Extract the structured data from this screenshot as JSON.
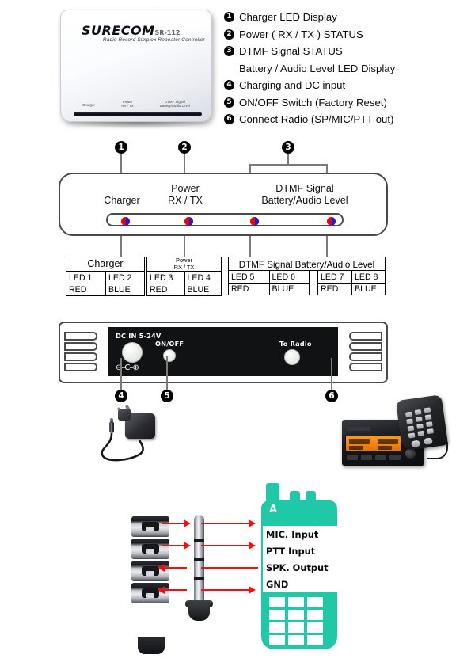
{
  "device": {
    "brand": "SURECOM",
    "model": "SR-112",
    "tagline": "Radio Record Simplex Repeater Controller",
    "panel_labels": [
      {
        "line1": "Charger",
        "line2": ""
      },
      {
        "line1": "Power",
        "line2": "RX / TX"
      },
      {
        "line1": "DTMF Signal",
        "line2": "Battery/Audio Level"
      }
    ]
  },
  "legend": {
    "items": [
      {
        "num": "1",
        "text": "Charger LED Display"
      },
      {
        "num": "2",
        "text": "Power ( RX / TX ) STATUS"
      },
      {
        "num": "3",
        "text": "DTMF Signal STATUS"
      },
      {
        "num": "4",
        "text": "Charging and DC input"
      },
      {
        "num": "5",
        "text": "ON/OFF Switch (Factory Reset)"
      },
      {
        "num": "6",
        "text": "Connect  Radio (SP/MIC/PTT out)"
      }
    ],
    "sub_line": "Battery / Audio Level LED Display"
  },
  "front_panel": {
    "callouts": [
      "1",
      "2",
      "3"
    ],
    "labels": [
      {
        "line1": "Charger",
        "line2": ""
      },
      {
        "line1": "Power",
        "line2": "RX / TX"
      },
      {
        "line1": "DTMF Signal",
        "line2": "Battery/Audio Level"
      }
    ],
    "led_colors": {
      "red": "#ee0000",
      "blue": "#1a1ae0"
    },
    "led_count": 4
  },
  "led_tables": [
    {
      "header": {
        "line1": "Charger",
        "line2": ""
      },
      "small_header": false,
      "leds": [
        "LED 1",
        "LED 2"
      ],
      "colors": [
        "RED",
        "BLUE"
      ]
    },
    {
      "header": {
        "line1": "Power",
        "line2": "RX / TX"
      },
      "small_header": true,
      "leds": [
        "LED 3",
        "LED 4"
      ],
      "colors": [
        "RED",
        "BLUE"
      ]
    },
    {
      "header": {
        "line1": "DTMF Signal Battery/Audio Level",
        "line2": ""
      },
      "small_header": false,
      "groups": [
        {
          "leds": [
            "LED 5",
            "LED 6"
          ],
          "colors": [
            "RED",
            "BLUE"
          ]
        },
        {
          "leds": [
            "LED 7",
            "LED 8"
          ],
          "colors": [
            "RED",
            "BLUE"
          ]
        }
      ]
    }
  ],
  "rear_panel": {
    "dc_label": "DC IN 5-24V",
    "polarity": "⊖–⊕",
    "polarity_minus": "⊖",
    "polarity_center": "C",
    "polarity_plus": "⊕",
    "onoff_label": "ON/OFF",
    "to_radio_label": "To Radio",
    "callouts": [
      "4",
      "5",
      "6"
    ]
  },
  "wiring": {
    "pin_labels": [
      "MIC. Input",
      "PTT Input",
      "SPK. Output",
      "GND"
    ],
    "arrow_directions": [
      "right",
      "right",
      "left",
      "right"
    ],
    "radio_marker": "A",
    "radio_color": "#1fc9a8",
    "arrow_color": "#ee1111"
  }
}
